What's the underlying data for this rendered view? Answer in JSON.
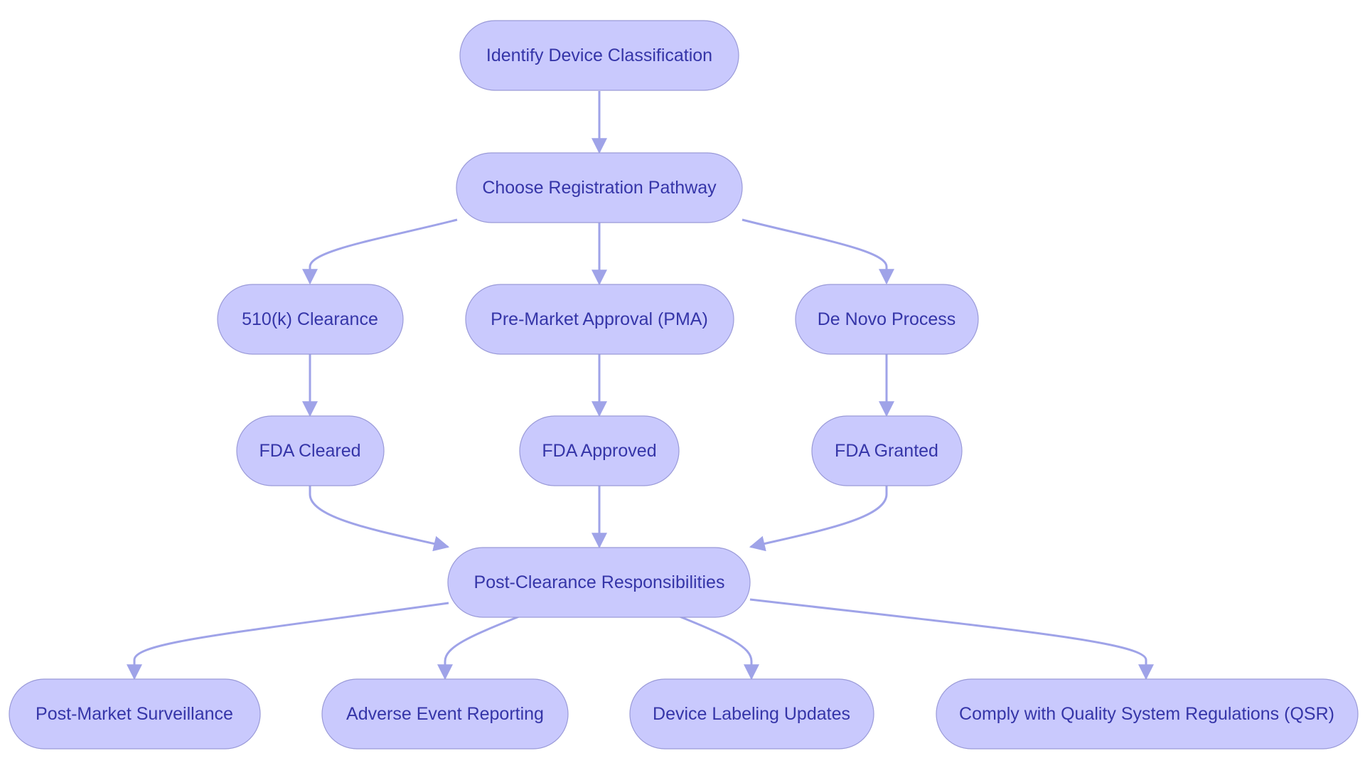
{
  "diagram": {
    "colors": {
      "node_fill": "#c9c9fd",
      "node_stroke": "#9a9ad8",
      "text": "#3535a8",
      "edge": "#9fa3e8"
    },
    "nodes": {
      "identify": "Identify Device Classification",
      "choose": "Choose Registration Pathway",
      "k510": "510(k) Clearance",
      "pma": "Pre-Market Approval (PMA)",
      "denovo": "De Novo Process",
      "cleared": "FDA Cleared",
      "approved": "FDA Approved",
      "granted": "FDA Granted",
      "post": "Post-Clearance Responsibilities",
      "surveillance": "Post-Market Surveillance",
      "adverse": "Adverse Event Reporting",
      "labeling": "Device Labeling Updates",
      "qsr": "Comply with Quality System Regulations (QSR)"
    },
    "edges": [
      {
        "from": "identify",
        "to": "choose"
      },
      {
        "from": "choose",
        "to": "k510"
      },
      {
        "from": "choose",
        "to": "pma"
      },
      {
        "from": "choose",
        "to": "denovo"
      },
      {
        "from": "k510",
        "to": "cleared"
      },
      {
        "from": "pma",
        "to": "approved"
      },
      {
        "from": "denovo",
        "to": "granted"
      },
      {
        "from": "cleared",
        "to": "post"
      },
      {
        "from": "approved",
        "to": "post"
      },
      {
        "from": "granted",
        "to": "post"
      },
      {
        "from": "post",
        "to": "surveillance"
      },
      {
        "from": "post",
        "to": "adverse"
      },
      {
        "from": "post",
        "to": "labeling"
      },
      {
        "from": "post",
        "to": "qsr"
      }
    ]
  }
}
